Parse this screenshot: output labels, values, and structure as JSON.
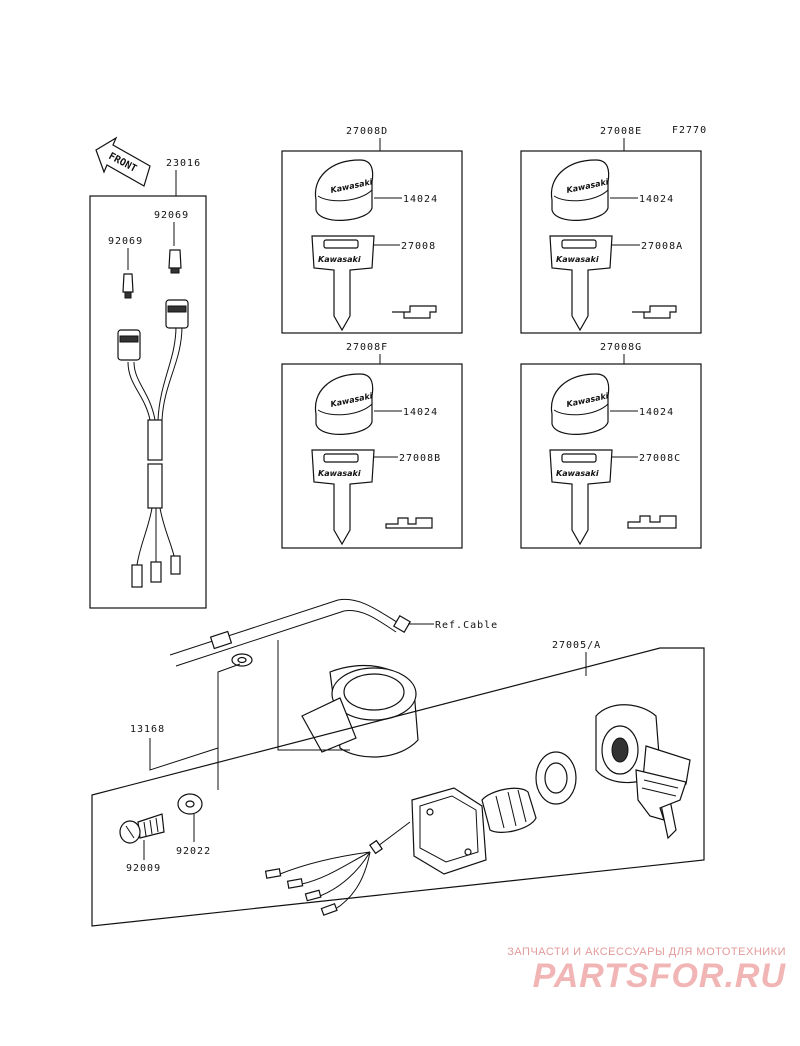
{
  "figure_code": "F2770",
  "front_label": "FRONT",
  "labels": {
    "p23016": "23016",
    "p92069a": "92069",
    "p92069b": "92069",
    "p27008D": "27008D",
    "p27008E": "27008E",
    "p27008F": "27008F",
    "p27008G": "27008G",
    "p14024a": "14024",
    "p14024b": "14024",
    "p14024c": "14024",
    "p14024d": "14024",
    "p27008": "27008",
    "p27008A": "27008A",
    "p27008B": "27008B",
    "p27008C": "27008C",
    "refcable": "Ref.Cable",
    "p27005": "27005/A",
    "p13168": "13168",
    "p92022": "92022",
    "p92009": "92009"
  },
  "key_brand": "Kawasaki",
  "watermark": {
    "subtitle": "ЗАПЧАСТИ И АКСЕССУАРЫ ДЛЯ МОТОТЕХНИКИ",
    "brand": "PARTSFOR.RU"
  }
}
